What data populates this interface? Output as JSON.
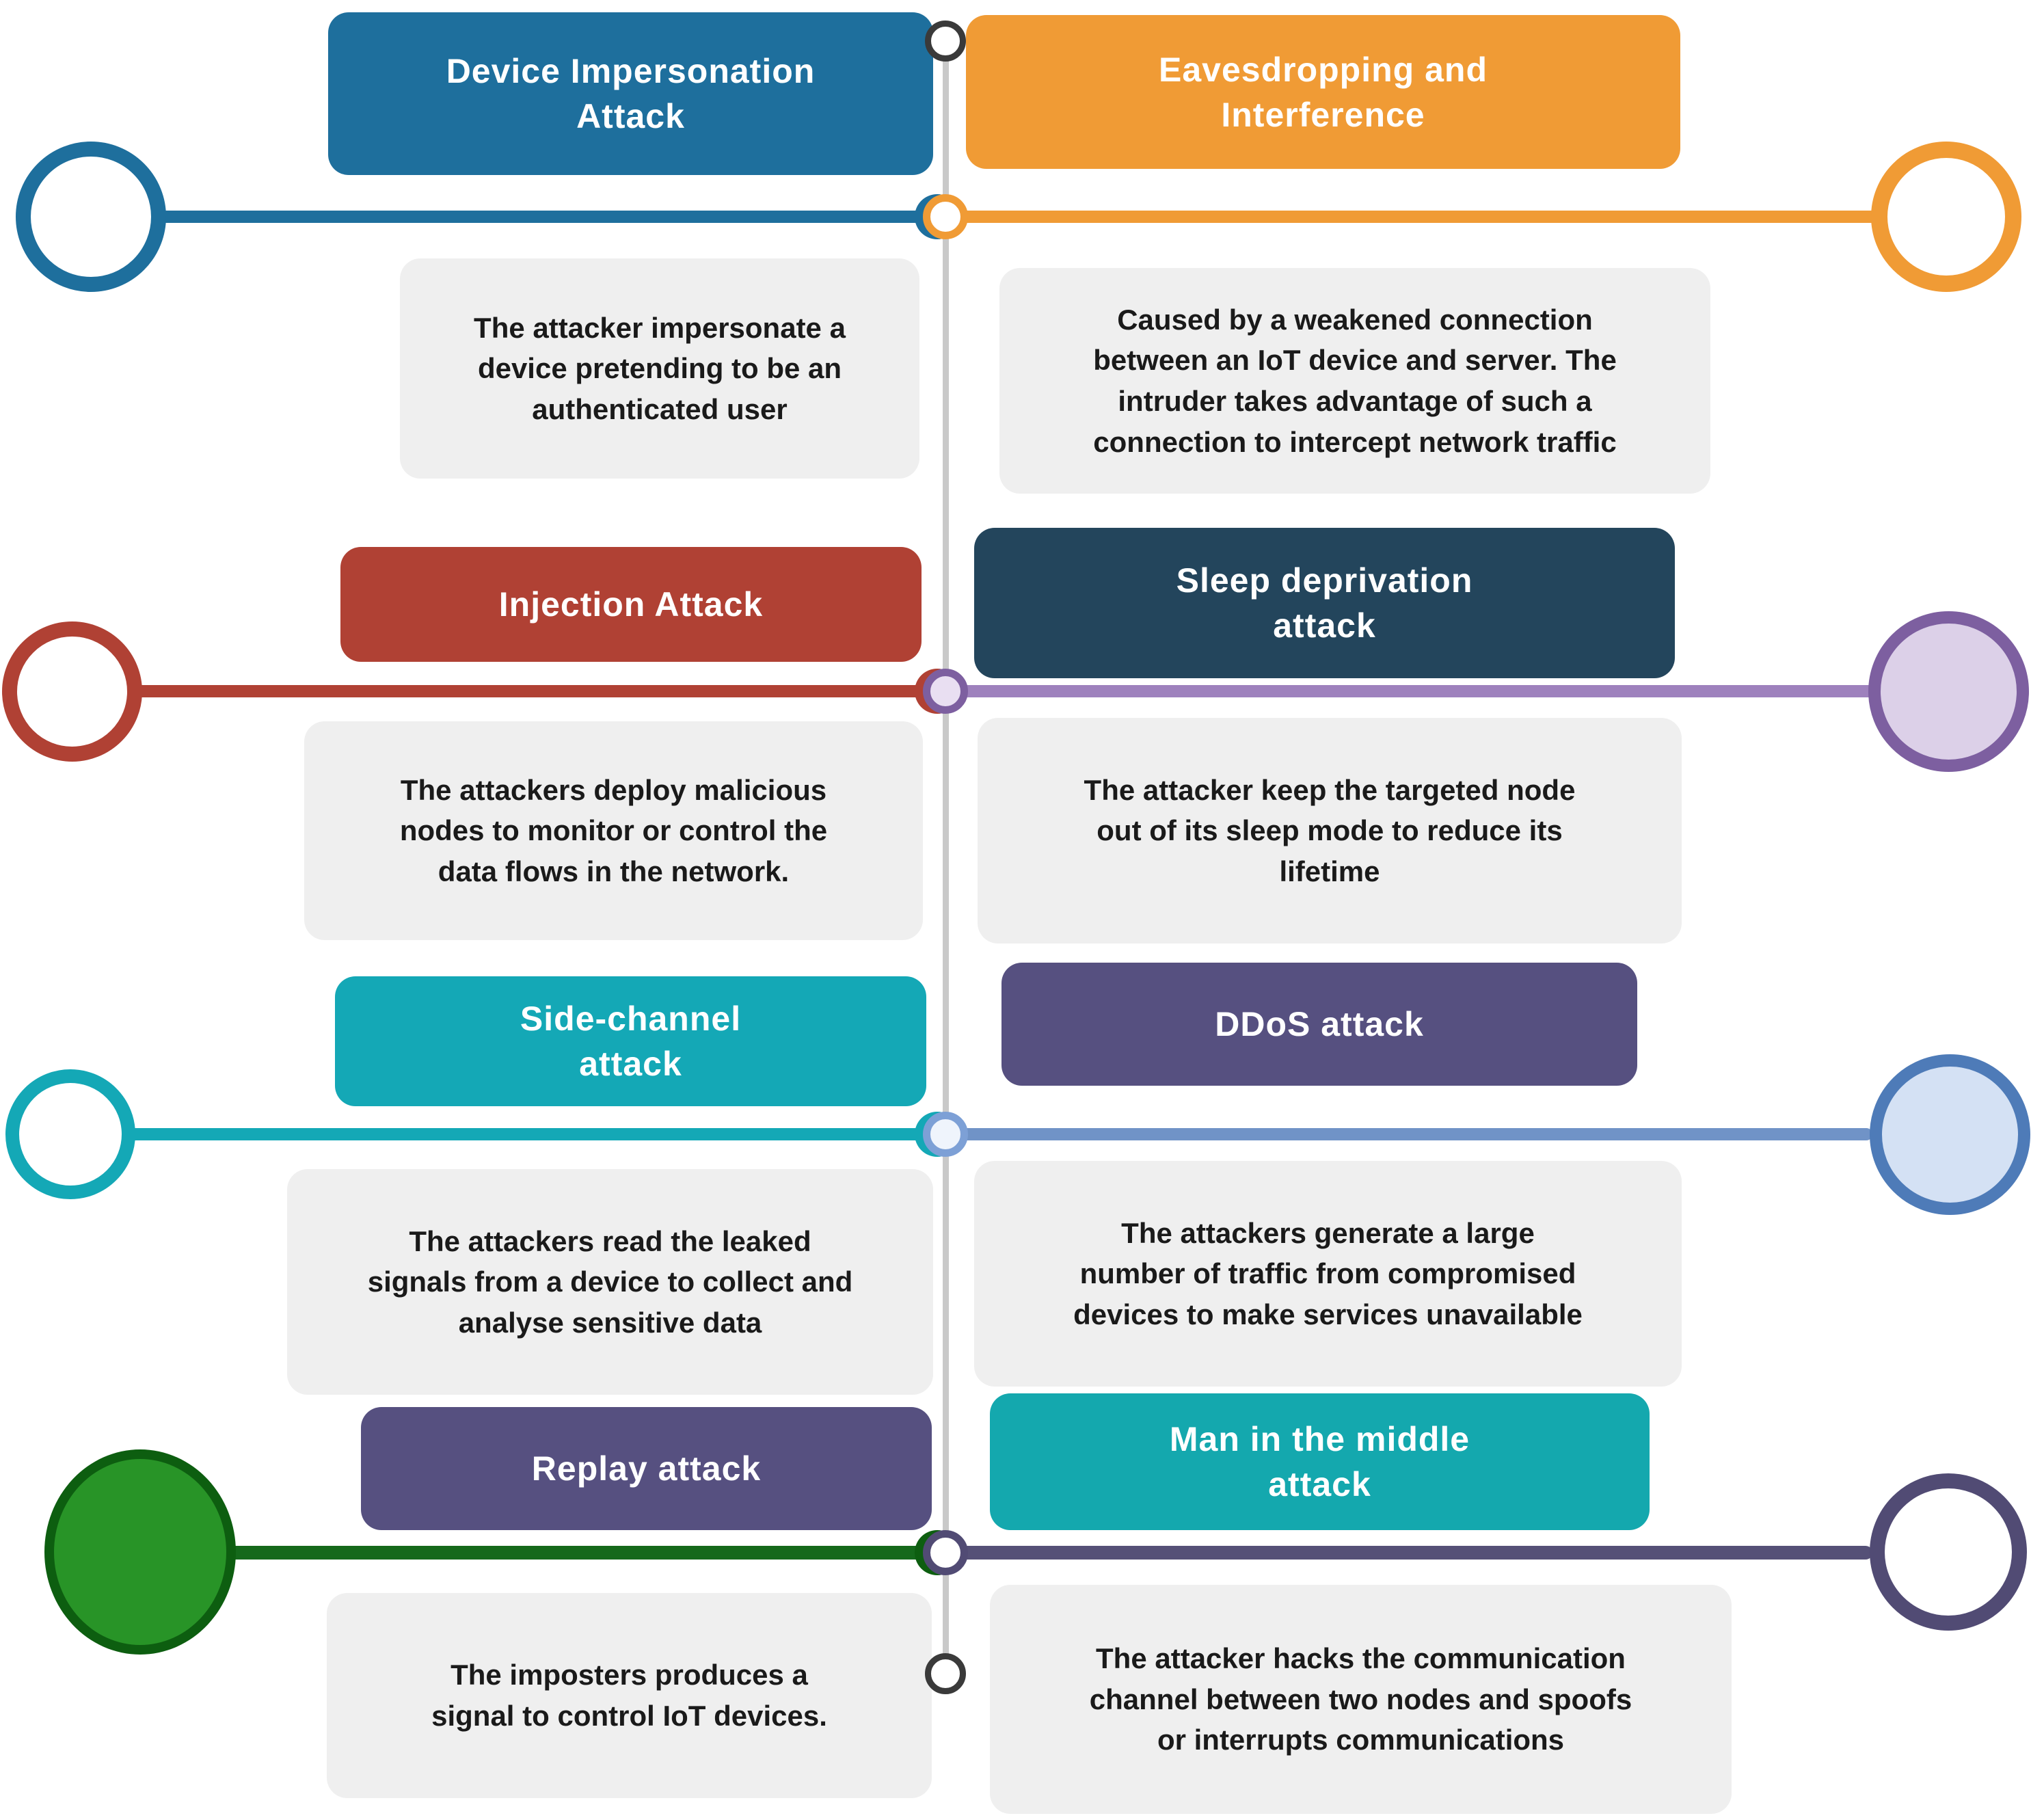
{
  "diagram": {
    "subject": "IoT attack types timeline diagram",
    "center_line_color": "#C9C9C9",
    "terminal_circle_color": "#3A3A3A",
    "description_box_bg": "#EFEFEF",
    "items": [
      {
        "id": "device-impersonation-attack",
        "side": "left",
        "title": "Device Impersonation\nAttack",
        "description": "The attacker impersonate a\ndevice pretending to be an\nauthenticated user",
        "header_bg": "#1E6F9D",
        "line_color": "#1E6F9D",
        "node_border_color": "#1E6F9D",
        "node_fill": "#FFFFFF"
      },
      {
        "id": "eavesdropping-and-interference",
        "side": "right",
        "title": "Eavesdropping and\nInterference",
        "description": "Caused by a weakened connection\nbetween an IoT device and server. The\nintruder takes advantage of such a\nconnection to intercept network traffic",
        "header_bg": "#F09B35",
        "line_color": "#F09B35",
        "node_border_color": "#F09B35",
        "node_fill": "#FFFFFF"
      },
      {
        "id": "injection-attack",
        "side": "left",
        "title": "Injection Attack",
        "description": "The attackers deploy malicious\nnodes to monitor or control the\ndata flows in the network.",
        "header_bg": "#B04134",
        "line_color": "#B04134",
        "node_border_color": "#B04134",
        "node_fill": "#FFFFFF"
      },
      {
        "id": "sleep-deprivation-attack",
        "side": "right",
        "title": "Sleep deprivation\nattack",
        "description": "The attacker keep the targeted node\nout of its sleep mode to reduce its\nlifetime",
        "header_bg": "#23455C",
        "line_color": "#9E81BD",
        "node_border_color": "#7D5FA0",
        "node_fill": "#DCD0E8"
      },
      {
        "id": "side-channel-attack",
        "side": "left",
        "title": "Side-channel\nattack",
        "description": "The attackers read the leaked\nsignals from a device to collect and\nanalyse sensitive data",
        "header_bg": "#14A8B6",
        "line_color": "#14A8B6",
        "node_border_color": "#14A8B6",
        "node_fill": "#FFFFFF"
      },
      {
        "id": "ddos-attack",
        "side": "right",
        "title": "DDoS attack",
        "description": "The attackers generate a large\nnumber of traffic from compromised\ndevices to make services unavailable",
        "header_bg": "#565080",
        "line_color": "#7093C7",
        "node_border_color": "#4E7BB8",
        "node_fill": "#D4E1F4"
      },
      {
        "id": "replay-attack",
        "side": "left",
        "title": "Replay attack",
        "description": "The imposters produces a\nsignal to control IoT devices.",
        "header_bg": "#565080",
        "line_color": "#15691B",
        "node_border_color": "#0D5E10",
        "node_fill": "#289427"
      },
      {
        "id": "man-in-the-middle-attack",
        "side": "right",
        "title": "Man in the middle\nattack",
        "description": "The attacker hacks the communication\nchannel between two nodes and spoofs\nor interrupts communications",
        "header_bg": "#14A8AE",
        "line_color": "#555077",
        "node_border_color": "#514B74",
        "node_fill": "#FFFFFF"
      }
    ],
    "junctions": [
      {
        "ring": "#F09B35",
        "fill": "#FFFFFF",
        "crescent": "#1E6F9D"
      },
      {
        "ring": "#7D5FA0",
        "fill": "#E9DFF2",
        "crescent": "#B04134"
      },
      {
        "ring": "#7DA0D6",
        "fill": "#EFF4FC",
        "crescent": "#14A8B6"
      },
      {
        "ring": "#514B74",
        "fill": "#FFFFFF",
        "crescent": "#0D5E10"
      }
    ]
  }
}
